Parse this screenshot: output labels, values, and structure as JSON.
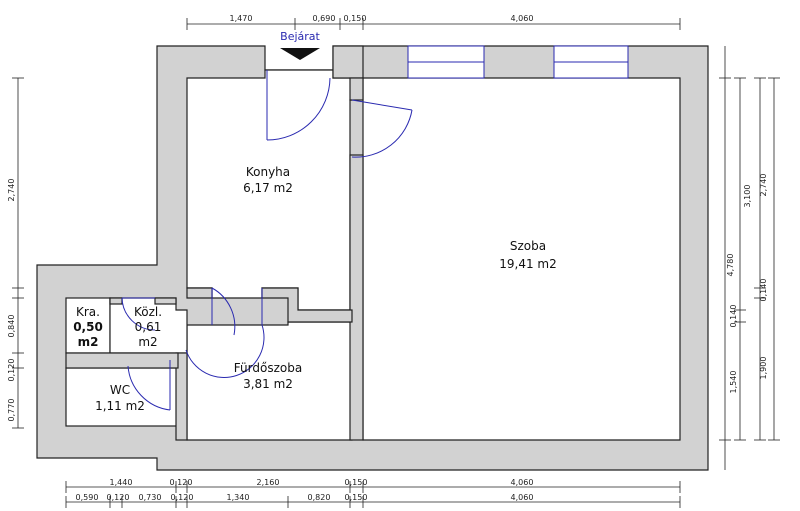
{
  "entrance": {
    "label": "Bejárat",
    "color": "#2a2ab0"
  },
  "colors": {
    "wall": "#d2d2d2",
    "door": "#2a2ab0",
    "line": "#222222"
  },
  "rooms": {
    "konyha": {
      "name": "Konyha",
      "area": "6,17 m2"
    },
    "szoba": {
      "name": "Szoba",
      "area": "19,41 m2"
    },
    "kamra": {
      "name": "Kra.",
      "area1": "0,50",
      "area2": "m2"
    },
    "kozl": {
      "name": "Közl.",
      "area1": "0,61",
      "area2": "m2"
    },
    "furdo": {
      "name": "Fürdőszoba",
      "area": "3,81 m2"
    },
    "wc": {
      "name": "WC",
      "area": "1,11 m2"
    }
  },
  "dimensions": {
    "top": [
      "1,470",
      "0,690",
      "0,150",
      "4,060"
    ],
    "bottom1": [
      "1,440",
      "0,120",
      "2,160",
      "0,150",
      "4,060"
    ],
    "bottom2": [
      "0,590",
      "0,120",
      "0,730",
      "0,120",
      "1,340",
      "0,820",
      "0,150",
      "4,060"
    ],
    "left": [
      "2,740",
      "0,840",
      "0,120",
      "0,770"
    ],
    "right_inner": [
      "1,540",
      "0,140",
      "3,100"
    ],
    "right_total": [
      "4,780"
    ],
    "right_outer": [
      "1,900",
      "0,140",
      "2,740"
    ]
  }
}
